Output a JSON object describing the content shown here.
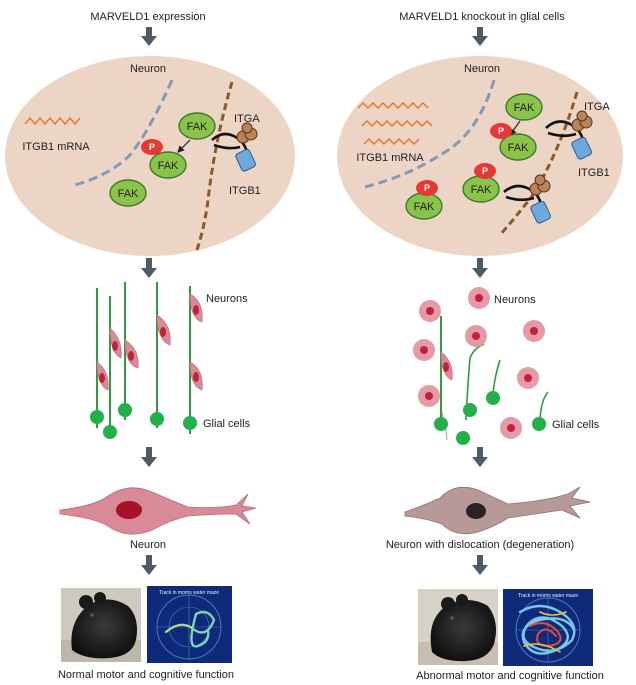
{
  "left": {
    "title": "MARVELD1 expression",
    "cell": {
      "neuron_label": "Neuron",
      "mrna_label": "ITGB1 mRNA",
      "fak_label": "FAK",
      "p_label": "P",
      "itga_label": "ITGA",
      "itgb1_label": "ITGB1"
    },
    "tissue": {
      "neurons_label": "Neurons",
      "glia_label": "Glial cells"
    },
    "neuron_caption": "Neuron",
    "maze_title": "Track in morris water maze",
    "caption": "Normal motor and cognitive function"
  },
  "right": {
    "title": "MARVELD1 knockout in glial cells",
    "cell": {
      "neuron_label": "Neuron",
      "mrna_label": "ITGB1 mRNA",
      "fak_label": "FAK",
      "p_label": "P",
      "itga_label": "ITGA",
      "itgb1_label": "ITGB1"
    },
    "tissue": {
      "neurons_label": "Neurons",
      "glia_label": "Glial cells"
    },
    "neuron_caption": "Neuron with dislocation (degeneration)",
    "maze_title": "Track in morris water maze",
    "caption": "Abnormal motor and cognitive function"
  },
  "colors": {
    "cell_fill": "#ecd5c4",
    "fak_fill": "#8bc34a",
    "p_fill": "#e53935",
    "neuron_pink": "#d98a97",
    "nucleus_red": "#c2213a",
    "glia_green": "#22b04b",
    "process_green": "#2e9d3e",
    "itgb1_blue": "#6fa8dc",
    "itga_brown": "#b8825a",
    "arrow_gray": "#4d5b66",
    "maze_bg": "#0f2a78"
  }
}
